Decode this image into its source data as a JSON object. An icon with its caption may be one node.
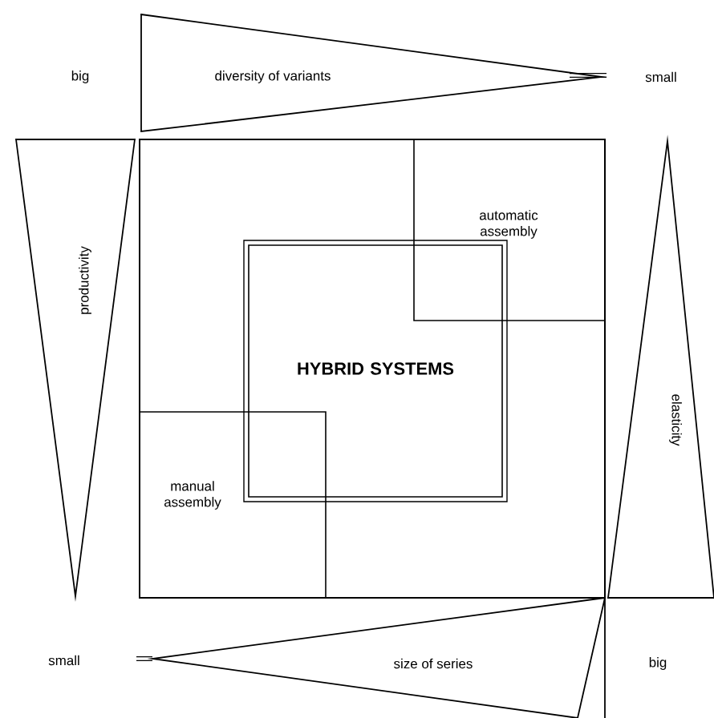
{
  "diagram": {
    "nodes": [
      {
        "text": [
          "diversity of variants"
        ]
      },
      {
        "text": [
          "productivity"
        ]
      },
      {
        "text": [],
        "shape": "box"
      },
      {
        "text": [
          "automatic assembly"
        ],
        "in": 2
      },
      {
        "text": [
          "HYBRID SYSTEMS"
        ],
        "in": 2
      },
      {
        "text": [
          "manual assembly"
        ],
        "in": 2
      },
      {
        "text": [
          "elasticity"
        ]
      },
      {
        "text": [
          "size of series"
        ]
      }
    ],
    "labels": [
      "big",
      "small",
      "small",
      "big"
    ]
  }
}
